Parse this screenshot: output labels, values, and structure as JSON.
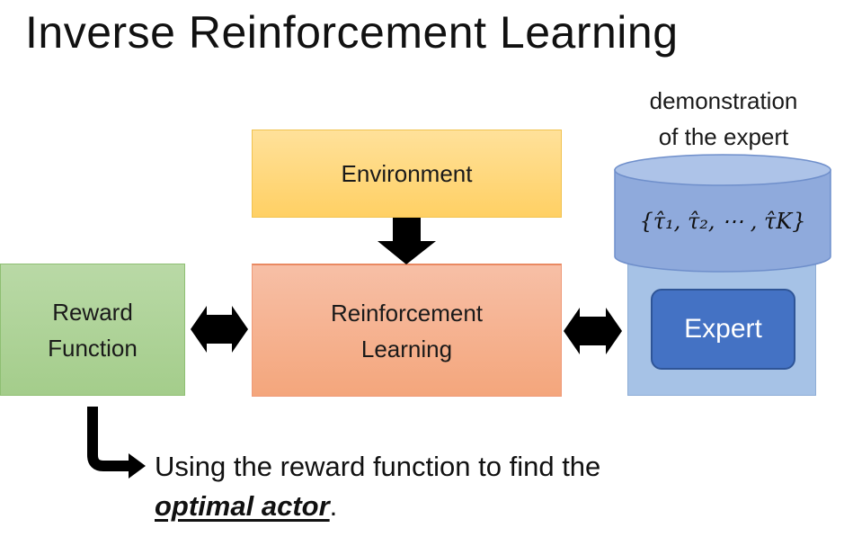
{
  "title": "Inverse Reinforcement Learning",
  "environment": {
    "label": "Environment"
  },
  "reinforcement_learning": {
    "line1": "Reinforcement",
    "line2": "Learning"
  },
  "reward_function": {
    "line1": "Reward",
    "line2": "Function"
  },
  "demonstration": {
    "label_line1": "demonstration",
    "label_line2": "of the expert",
    "trajectories": "{τ̂₁, τ̂₂, ⋯ , τ̂K}"
  },
  "expert": {
    "label": "Expert"
  },
  "caption": {
    "text": "Using the reward function to find the",
    "emphasis": "optimal actor",
    "end": "."
  },
  "colors": {
    "environment": "#ffd064",
    "reinforcement_learning": "#f4a67c",
    "reward_function": "#a4cd8b",
    "cylinder": "#8faadc",
    "expert": "#4472c4"
  }
}
